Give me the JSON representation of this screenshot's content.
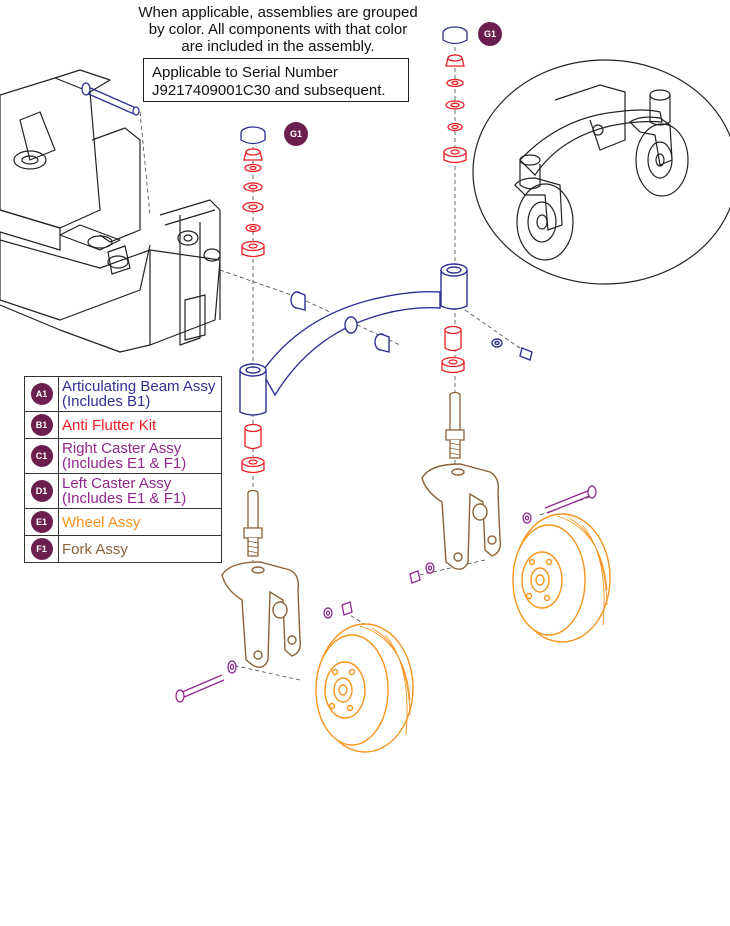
{
  "notes": {
    "grouping": [
      "When applicable, assemblies are grouped",
      "by color. All components with that color",
      "are included in the assembly."
    ],
    "serial": [
      "Applicable to Serial Number",
      "J9217409001C30 and subsequent."
    ]
  },
  "callouts": {
    "g1": "G1"
  },
  "legend": [
    {
      "code": "A1",
      "lines": [
        "Articulating Beam Assy",
        "(Includes B1)"
      ],
      "color": "#2e3192"
    },
    {
      "code": "B1",
      "lines": [
        "Anti Flutter Kit"
      ],
      "color": "#ed1c24"
    },
    {
      "code": "C1",
      "lines": [
        "Right Caster Assy",
        "(Includes E1 & F1)"
      ],
      "color": "#92278f"
    },
    {
      "code": "D1",
      "lines": [
        "Left Caster Assy",
        "(Includes E1 & F1)"
      ],
      "color": "#92278f"
    },
    {
      "code": "E1",
      "lines": [
        "Wheel Assy"
      ],
      "color": "#f7941d"
    },
    {
      "code": "F1",
      "lines": [
        "Fork Assy"
      ],
      "color": "#8c6239"
    }
  ],
  "colors": {
    "badge": "#6b1f4f",
    "beam": "#2e3192",
    "anti_flutter": "#ed1c24",
    "caster": "#92278f",
    "wheel": "#f7941d",
    "fork": "#8c6239",
    "frame": "#222222"
  }
}
